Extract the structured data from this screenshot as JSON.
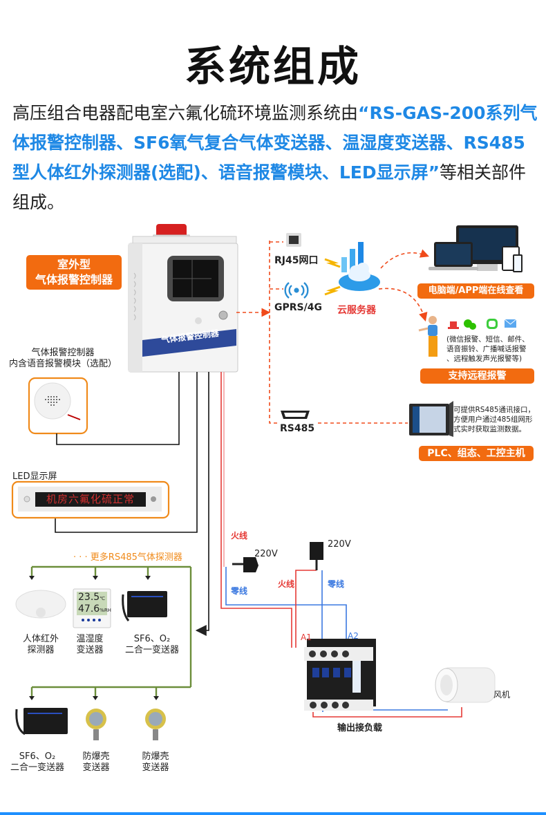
{
  "page": {
    "title": "系统组成",
    "intro": {
      "prefix": "高压组合电器配电室六氟化硫环境监测系统由",
      "highlight": "“RS-GAS-200系列气体报警控制器、SF6氧气复合气体变送器、温湿度变送器、RS485型人体红外探测器(选配)、语音报警模块、LED显示屏”",
      "suffix": "等相关部件组成。"
    }
  },
  "controller": {
    "badge_line1": "室外型",
    "badge_line2": "气体报警控制器",
    "panel_label": "气体报警控制器",
    "voice_module_line1": "气体报警控制器",
    "voice_module_line2": "内含语音报警模块（选配）"
  },
  "communication": {
    "rj45_label": "RJ45网口",
    "gprs_label": "GPRS/4G",
    "cloud_label": "云服务器",
    "rs485_label": "RS485",
    "online_view_badge": "电脑端/APP端在线查看",
    "remote_alarm_desc_line1": "(微信报警、短信、邮件、",
    "remote_alarm_desc_line2": "语音振铃、广播喊话报警",
    "remote_alarm_desc_line3": "、远程触发声光报警等)",
    "remote_alarm_badge": "支持远程报警",
    "plc_desc_line1": "可提供RS485通讯接口，",
    "plc_desc_line2": "方便用户通过485组网形",
    "plc_desc_line3": "式实时获取监测数据。",
    "plc_badge": "PLC、组态、工控主机"
  },
  "led": {
    "label": "LED显示屏",
    "scroll_text": "机房六氟化硫正常"
  },
  "detectors": {
    "more_label": "· · · 更多RS485气体探测器",
    "row1": [
      {
        "line1": "人体红外",
        "line2": "探测器"
      },
      {
        "line1": "温湿度",
        "line2": "变送器",
        "temp": "23.5",
        "temp_unit": "℃",
        "hum": "47.6",
        "hum_unit": "%RH"
      },
      {
        "line1": "SF6、O₂",
        "line2": "二合一变送器"
      }
    ],
    "row2": [
      {
        "line1": "SF6、O₂",
        "line2": "二合一变送器"
      },
      {
        "line1": "防爆壳",
        "line2": "变送器"
      },
      {
        "line1": "防爆壳",
        "line2": "变送器"
      }
    ]
  },
  "wiring": {
    "live_label": "火线",
    "neutral_label": "零线",
    "voltage_left": "220V",
    "voltage_top": "220V",
    "live_label_2": "火线",
    "neutral_label_2": "零线",
    "terminal_a1": "A1",
    "terminal_a2": "A2",
    "fan_label": "风机",
    "output_label": "输出接负载"
  },
  "colors": {
    "accent_orange": "#f26b10",
    "highlight_blue": "#1e88e5",
    "live_red": "#e53935",
    "neutral_blue": "#3a78e0",
    "bus_green": "#6b8e3a",
    "bottom_bar": "#1e90ff"
  }
}
